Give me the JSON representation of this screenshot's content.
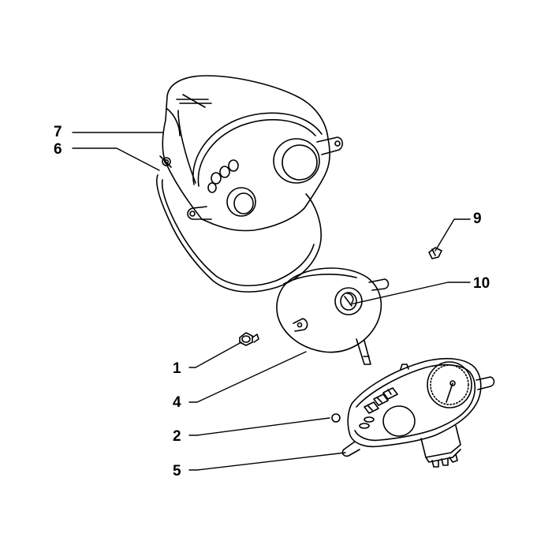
{
  "callouts": [
    {
      "id": "label-7",
      "text": "7"
    },
    {
      "id": "label-6",
      "text": "6"
    },
    {
      "id": "label-9",
      "text": "9"
    },
    {
      "id": "label-10",
      "text": "10"
    },
    {
      "id": "label-1",
      "text": "1"
    },
    {
      "id": "label-4",
      "text": "4"
    },
    {
      "id": "label-2",
      "text": "2"
    },
    {
      "id": "label-5",
      "text": "5"
    }
  ],
  "colors": {
    "line": "#000000",
    "background": "#ffffff"
  }
}
